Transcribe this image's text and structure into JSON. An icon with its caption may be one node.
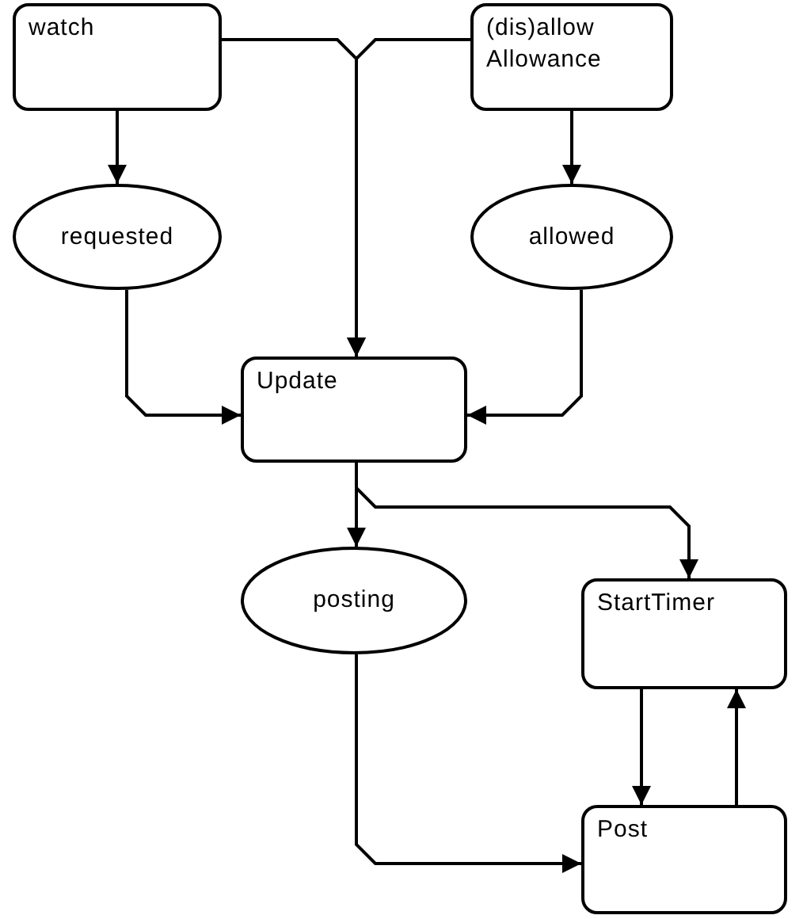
{
  "diagram": {
    "nodes": [
      {
        "text": [
          "watch"
        ]
      },
      {
        "text": [
          "(dis)allow Allowance"
        ]
      },
      {
        "text": [
          "requested"
        ]
      },
      {
        "text": [
          "allowed"
        ]
      },
      {
        "text": [
          "Update"
        ]
      },
      {
        "text": [
          "posting"
        ]
      },
      {
        "text": [
          "StartTimer"
        ]
      },
      {
        "text": [
          "Post"
        ]
      }
    ],
    "edges": [
      {
        "from": 0,
        "to": 2,
        "arrow": "to"
      },
      {
        "from": 0,
        "to": 4,
        "arrow": "to"
      },
      {
        "from": 1,
        "to": 4,
        "arrow": "to"
      },
      {
        "from": 1,
        "to": 3,
        "arrow": "to"
      },
      {
        "from": 2,
        "to": 4,
        "arrow": "to"
      },
      {
        "from": 3,
        "to": 4,
        "arrow": "to"
      },
      {
        "from": 4,
        "to": 5,
        "arrow": "to"
      },
      {
        "from": 4,
        "to": 6,
        "arrow": "to"
      },
      {
        "from": 6,
        "to": 7,
        "arrow": "to"
      },
      {
        "from": 7,
        "to": 6,
        "arrow": "to"
      },
      {
        "from": 5,
        "to": 7,
        "arrow": "to"
      }
    ]
  }
}
